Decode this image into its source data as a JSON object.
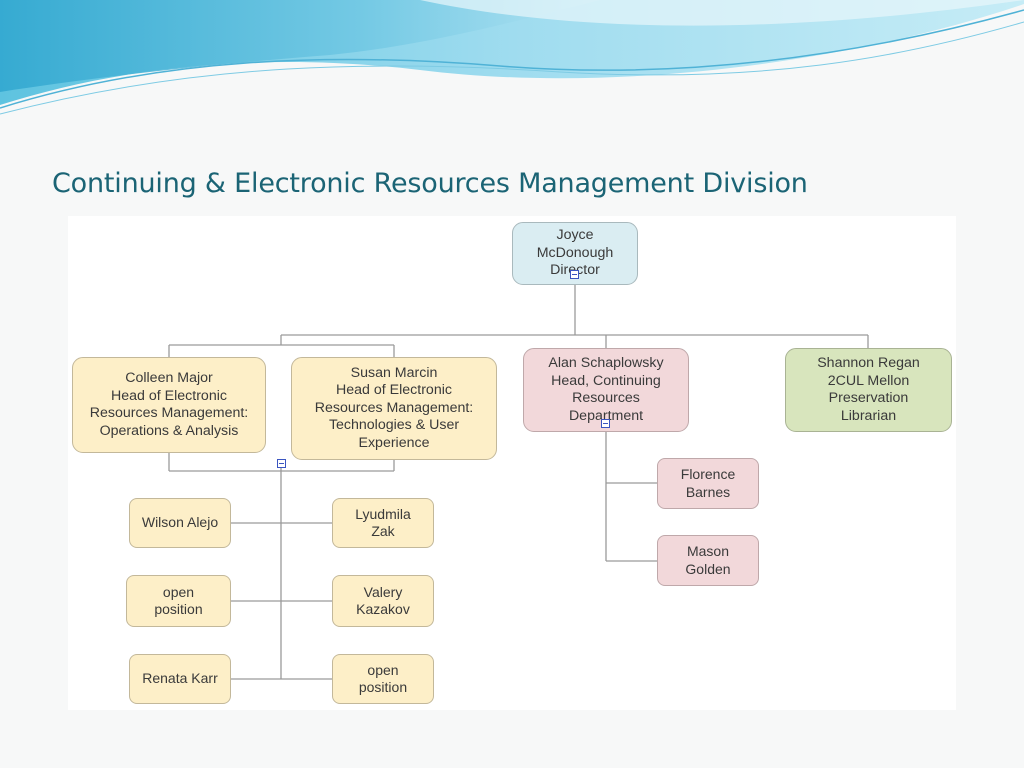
{
  "title": "Continuing & Electronic Resources Management Division",
  "nodes": {
    "director": {
      "lines": [
        "Joyce",
        "McDonough",
        "Director"
      ]
    },
    "colleen": {
      "lines": [
        "Colleen Major",
        "Head of Electronic",
        "Resources Management:",
        "Operations & Analysis"
      ]
    },
    "susan": {
      "lines": [
        "Susan Marcin",
        "Head of Electronic",
        "Resources Management:",
        "Technologies & User",
        "Experience"
      ]
    },
    "alan": {
      "lines": [
        "Alan Schaplowsky",
        "Head, Continuing",
        "Resources",
        "Department"
      ]
    },
    "shannon": {
      "lines": [
        "Shannon Regan",
        "2CUL Mellon",
        "Preservation",
        "Librarian"
      ]
    },
    "wilson": {
      "lines": [
        "Wilson Alejo"
      ]
    },
    "lyudmila": {
      "lines": [
        "Lyudmila",
        "Zak"
      ]
    },
    "open1": {
      "lines": [
        "open",
        "position"
      ]
    },
    "valery": {
      "lines": [
        "Valery",
        "Kazakov"
      ]
    },
    "renata": {
      "lines": [
        "Renata Karr"
      ]
    },
    "open2": {
      "lines": [
        "open",
        "position"
      ]
    },
    "florence": {
      "lines": [
        "Florence",
        "Barnes"
      ]
    },
    "mason": {
      "lines": [
        "Mason",
        "Golden"
      ]
    }
  },
  "colors": {
    "title": "#1b6475",
    "director_fill": "#daedf2",
    "heads_fill": "#fdefc8",
    "alan_fill": "#f2d8da",
    "shannon_fill": "#d8e5bd",
    "connector": "#9a9a9a",
    "collapse_marker": "#3b55c0"
  }
}
